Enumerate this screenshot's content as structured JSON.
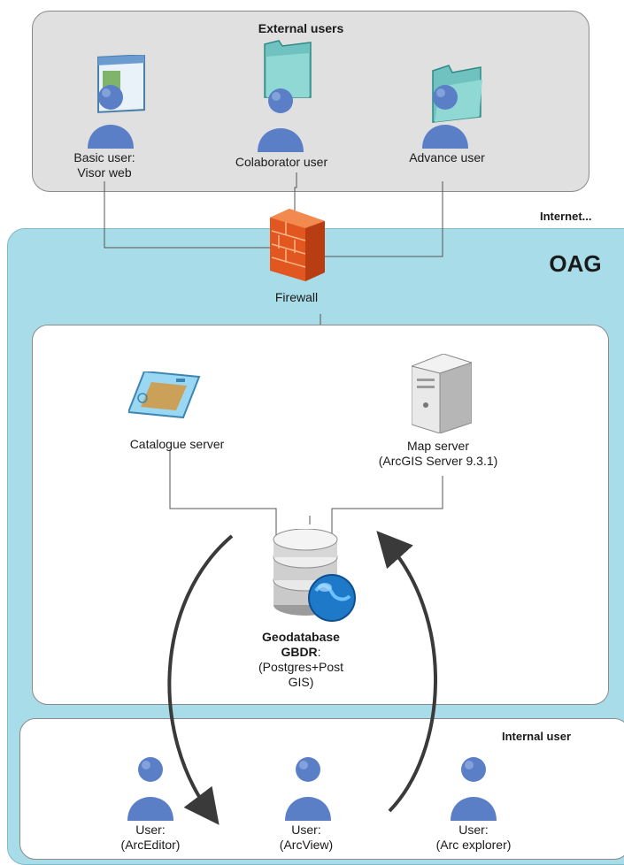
{
  "external": {
    "title": "External users",
    "basic_user": [
      "Basic user:",
      "Visor web"
    ],
    "colaborator_user": "Colaborator user",
    "advance_user": "Advance user"
  },
  "internet_label": "Internet...",
  "oag_label": "OAG",
  "firewall_label": "Firewall",
  "catalogue_label": "Catalogue server",
  "map_server_label": [
    "Map server",
    "(ArcGIS Server 9.3.1)"
  ],
  "geodatabase": {
    "title": [
      "Geodatabase",
      "GBDR"
    ],
    "title_suffix": ":",
    "details": [
      "(Postgres+Post",
      "GIS)"
    ]
  },
  "internal": {
    "title": "Internal user",
    "users": [
      [
        "User:",
        "(ArcEditor)"
      ],
      [
        "User:",
        "(ArcView)"
      ],
      [
        "User:",
        "(Arc explorer)"
      ]
    ]
  },
  "colors": {
    "external_panel": "#e0e0e0",
    "oag_panel": "#a8dce8",
    "user_icon": "#5b7fc7",
    "connector": "#555555",
    "arrow": "#3a3a3a"
  }
}
